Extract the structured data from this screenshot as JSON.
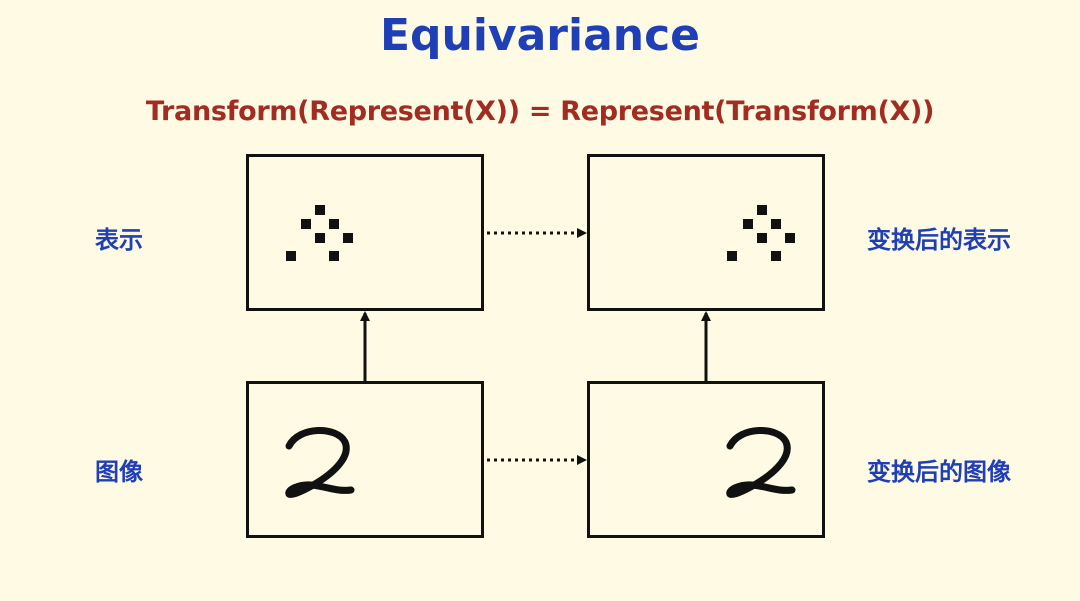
{
  "title": "Equivariance",
  "formula": "Transform(Represent(X)) = Represent(Transform(X))",
  "labels": {
    "top_left": "表示",
    "bottom_left": "图像",
    "top_right": "变换后的表示",
    "bottom_right": "变换后的图像"
  },
  "digit": "2",
  "colors": {
    "title": "#1f3fb6",
    "formula": "#a12c21",
    "labels": "#1f3fb6",
    "background": "#fefae3"
  }
}
